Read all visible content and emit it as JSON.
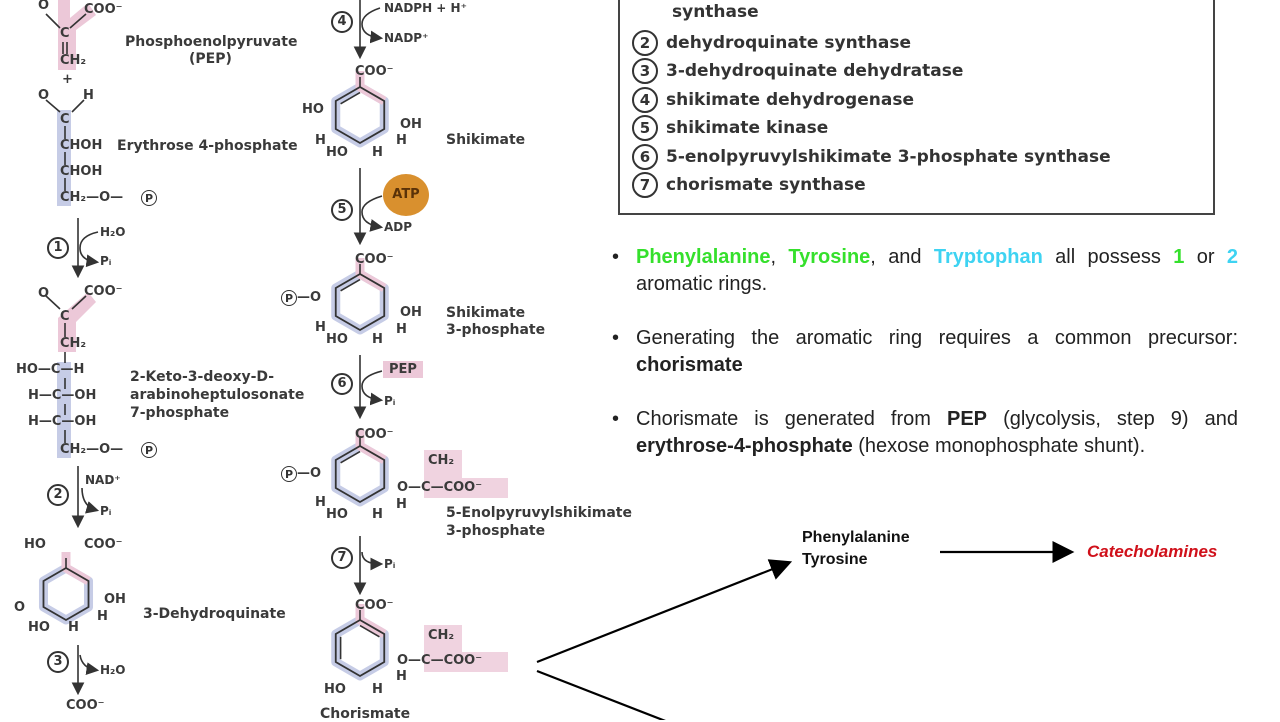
{
  "colors": {
    "highlight_pink": "#ecc8d8",
    "highlight_blue": "#c6cce6",
    "atp": "#d9902e",
    "green": "#35e02c",
    "cyan": "#3ed3f2",
    "red": "#d0101a"
  },
  "chem": {
    "o": "O",
    "h": "H",
    "c": "C",
    "coo": "COO⁻",
    "ch2": "CH₂",
    "choh": "CHOH",
    "ch2o": "CH₂—O—",
    "p": "P",
    "ho": "HO",
    "oh": "OH",
    "plus": "+",
    "ho_c_h": "HO—C—H",
    "h_c_oh": "H—C—OH",
    "o_dash": "—O",
    "o_c_coo": "O—C—COO⁻",
    "p_o": "—O"
  },
  "compounds": {
    "pep_name": "Phosphoenolpyruvate",
    "pep_abbr": "(PEP)",
    "e4p": "Erythrose 4-phosphate",
    "dahp_line1": "2-Keto-3-deoxy-D-",
    "dahp_line2": "arabinoheptulosonate",
    "dahp_line3": "7-phosphate",
    "dhq": "3-Dehydroquinate",
    "shikimate": "Shikimate",
    "s3p_line1": "Shikimate",
    "s3p_line2": "3-phosphate",
    "epsp_line1": "5-Enolpyruvylshikimate",
    "epsp_line2": "3-phosphate",
    "chorismate": "Chorismate"
  },
  "steps": {
    "s1": {
      "num": "1",
      "in": "H₂O",
      "out": "Pᵢ"
    },
    "s2": {
      "num": "2",
      "in": "NAD⁺",
      "out": "Pᵢ"
    },
    "s3": {
      "num": "3",
      "out": "H₂O"
    },
    "s4": {
      "num": "4",
      "in": "NADPH + H⁺",
      "out": "NADP⁺"
    },
    "s5": {
      "num": "5",
      "in": "ATP",
      "out": "ADP"
    },
    "s6": {
      "num": "6",
      "in": "PEP",
      "out": "Pᵢ"
    },
    "s7": {
      "num": "7",
      "out": "Pᵢ"
    }
  },
  "legend": {
    "items": [
      {
        "num": "",
        "label": "synthase"
      },
      {
        "num": "2",
        "label": "dehydroquinate synthase"
      },
      {
        "num": "3",
        "label": "3-dehydroquinate dehydratase"
      },
      {
        "num": "4",
        "label": "shikimate dehydrogenase"
      },
      {
        "num": "5",
        "label": "shikimate kinase"
      },
      {
        "num": "6",
        "label": "5-enolpyruvylshikimate 3-phosphate synthase"
      },
      {
        "num": "7",
        "label": "chorismate synthase"
      }
    ]
  },
  "bullets": {
    "b1": {
      "phe": "Phenylalanine",
      "sep1": ", ",
      "tyr": "Tyrosine",
      "sep2": ", and ",
      "trp": "Tryptophan",
      "mid": " all possess ",
      "one": "1",
      "or": " or ",
      "two": "2",
      "end": " aromatic rings."
    },
    "b2": {
      "text": "Generating the aromatic ring requires a common precursor: ",
      "bold": "chorismate"
    },
    "b3": {
      "t1": "Chorismate is generated from ",
      "pep": "PEP",
      "t2": " (glycolysis, step 9) and ",
      "e4p": "erythrose-4-phosphate",
      "t3": " (hexose monophosphate shunt)."
    },
    "dot": "•"
  },
  "flow": {
    "phe": "Phenylalanine",
    "tyr": "Tyrosine",
    "catecholamines": "Catecholamines"
  }
}
